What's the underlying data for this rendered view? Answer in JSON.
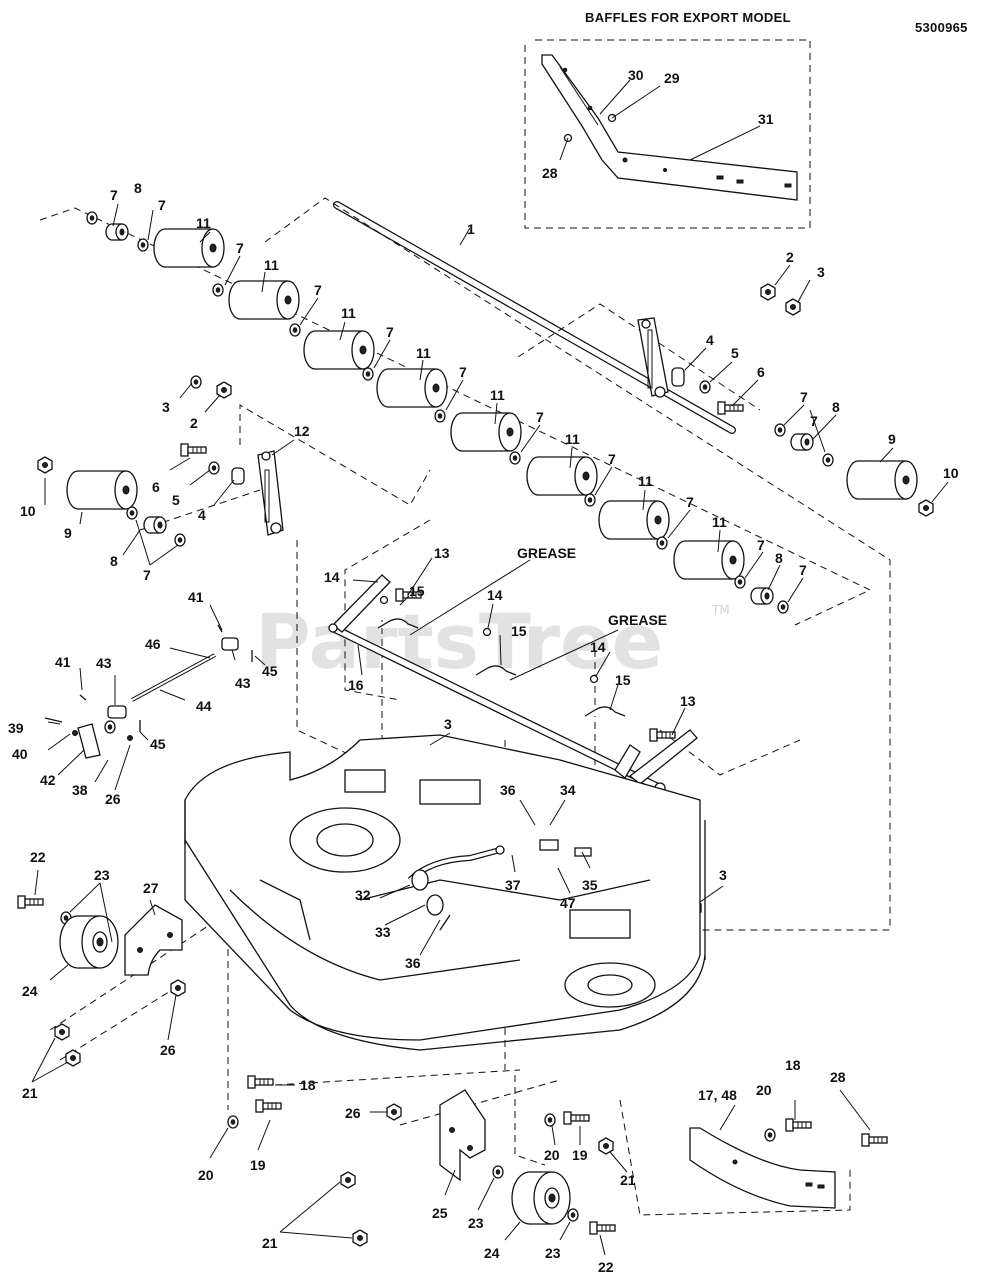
{
  "diagram": {
    "doc_number": "5300965",
    "export_heading": "BAFFLES FOR EXPORT MODEL",
    "watermark": "PartsTree",
    "watermark_tm": "TM",
    "grease_labels": [
      "GREASE",
      "GREASE"
    ],
    "labels": [
      {
        "text": "30"
      },
      {
        "text": "29"
      },
      {
        "text": "31"
      },
      {
        "text": "28"
      },
      {
        "text": "7"
      },
      {
        "text": "8"
      },
      {
        "text": "7"
      },
      {
        "text": "11"
      },
      {
        "text": "1"
      },
      {
        "text": "7"
      },
      {
        "text": "11"
      },
      {
        "text": "7"
      },
      {
        "text": "11"
      },
      {
        "text": "7"
      },
      {
        "text": "11"
      },
      {
        "text": "7"
      },
      {
        "text": "11"
      },
      {
        "text": "7"
      },
      {
        "text": "11"
      },
      {
        "text": "7"
      },
      {
        "text": "11"
      },
      {
        "text": "7"
      },
      {
        "text": "11"
      },
      {
        "text": "2"
      },
      {
        "text": "3"
      },
      {
        "text": "4"
      },
      {
        "text": "5"
      },
      {
        "text": "6"
      },
      {
        "text": "7"
      },
      {
        "text": "8"
      },
      {
        "text": "7"
      },
      {
        "text": "9"
      },
      {
        "text": "10"
      },
      {
        "text": "3"
      },
      {
        "text": "2"
      },
      {
        "text": "12"
      },
      {
        "text": "6"
      },
      {
        "text": "5"
      },
      {
        "text": "4"
      },
      {
        "text": "10"
      },
      {
        "text": "9"
      },
      {
        "text": "8"
      },
      {
        "text": "7"
      },
      {
        "text": "13"
      },
      {
        "text": "14"
      },
      {
        "text": "15"
      },
      {
        "text": "14"
      },
      {
        "text": "15"
      },
      {
        "text": "14"
      },
      {
        "text": "15"
      },
      {
        "text": "16"
      },
      {
        "text": "13"
      },
      {
        "text": "7"
      },
      {
        "text": "8"
      },
      {
        "text": "7"
      },
      {
        "text": "41"
      },
      {
        "text": "46"
      },
      {
        "text": "43"
      },
      {
        "text": "45"
      },
      {
        "text": "41"
      },
      {
        "text": "43"
      },
      {
        "text": "44"
      },
      {
        "text": "39"
      },
      {
        "text": "45"
      },
      {
        "text": "40"
      },
      {
        "text": "42"
      },
      {
        "text": "38"
      },
      {
        "text": "26"
      },
      {
        "text": "3"
      },
      {
        "text": "36"
      },
      {
        "text": "34"
      },
      {
        "text": "37"
      },
      {
        "text": "47"
      },
      {
        "text": "35"
      },
      {
        "text": "32"
      },
      {
        "text": "33"
      },
      {
        "text": "36"
      },
      {
        "text": "3"
      },
      {
        "text": "22"
      },
      {
        "text": "23"
      },
      {
        "text": "27"
      },
      {
        "text": "24"
      },
      {
        "text": "26"
      },
      {
        "text": "21"
      },
      {
        "text": "18"
      },
      {
        "text": "20"
      },
      {
        "text": "19"
      },
      {
        "text": "26"
      },
      {
        "text": "25"
      },
      {
        "text": "21"
      },
      {
        "text": "23"
      },
      {
        "text": "24"
      },
      {
        "text": "23"
      },
      {
        "text": "22"
      },
      {
        "text": "20"
      },
      {
        "text": "19"
      },
      {
        "text": "21"
      },
      {
        "text": "17, 48"
      },
      {
        "text": "20"
      },
      {
        "text": "18"
      },
      {
        "text": "28"
      }
    ]
  }
}
